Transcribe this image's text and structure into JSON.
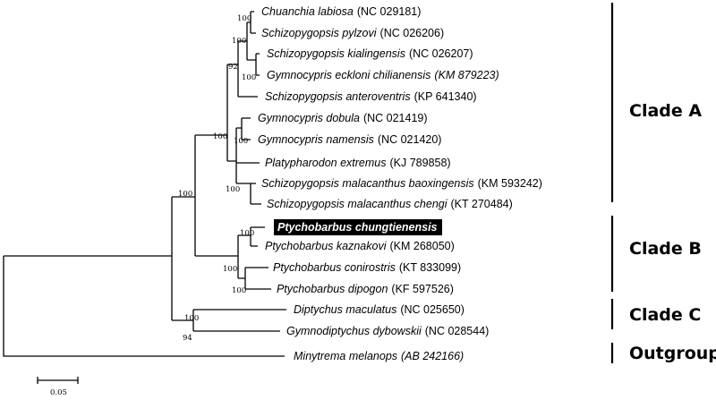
{
  "taxa": [
    {
      "name": "Chuanchia labiosa",
      "acc": "(NC 029181)",
      "acc_italic": false,
      "highlight": false
    },
    {
      "name": "Schizopygopsis pylzovi",
      "acc": "(NC 026206)",
      "acc_italic": false,
      "highlight": false
    },
    {
      "name": "Schizopygopsis kialingensis",
      "acc": "(NC 026207)",
      "acc_italic": false,
      "highlight": false
    },
    {
      "name": "Gymnocypris eckloni chilianensis",
      "acc": "(KM 879223)",
      "acc_italic": true,
      "highlight": false
    },
    {
      "name": "Schizopygopsis anteroventris",
      "acc": "(KP 641340)",
      "acc_italic": false,
      "highlight": false
    },
    {
      "name": "Gymnocypris dobula",
      "acc": "(NC 021419)",
      "acc_italic": false,
      "highlight": false
    },
    {
      "name": "Gymnocypris namensis",
      "acc": "(NC 021420)",
      "acc_italic": false,
      "highlight": false
    },
    {
      "name": "Platypharodon extremus",
      "acc": "(KJ 789858)",
      "acc_italic": false,
      "highlight": false
    },
    {
      "name": "Schizopygopsis malacanthus baoxingensis",
      "acc": "(KM 593242)",
      "acc_italic": false,
      "highlight": false
    },
    {
      "name": "Schizopygopsis malacanthus chengi",
      "acc": "(KT 270484)",
      "acc_italic": false,
      "highlight": false
    },
    {
      "name": "Ptychobarbus chungtienensis",
      "acc": "",
      "acc_italic": false,
      "highlight": true
    },
    {
      "name": "Ptychobarbus kaznakovi",
      "acc": "(KM 268050)",
      "acc_italic": false,
      "highlight": false
    },
    {
      "name": "Ptychobarbus conirostris",
      "acc": "(KT 833099)",
      "acc_italic": false,
      "highlight": false
    },
    {
      "name": "Ptychobarbus dipogon",
      "acc": "(KF 597526)",
      "acc_italic": false,
      "highlight": false
    },
    {
      "name": "Diptychus maculatus",
      "acc": "(NC 025650)",
      "acc_italic": false,
      "highlight": false
    },
    {
      "name": "Gymnodiptychus dybowskii",
      "acc": "(NC 028544)",
      "acc_italic": false,
      "highlight": false
    },
    {
      "name": "Minytrema melanops",
      "acc": "(AB 242166)",
      "acc_italic": true,
      "highlight": false
    }
  ],
  "bootstrap": [
    "100",
    "100",
    "100",
    "92",
    "100",
    "100",
    "100",
    "100",
    "100",
    "100",
    "100",
    "100",
    "94"
  ],
  "clades": [
    "Clade A",
    "Clade B",
    "Clade C",
    "Outgroup"
  ],
  "scale_label": "0.05"
}
